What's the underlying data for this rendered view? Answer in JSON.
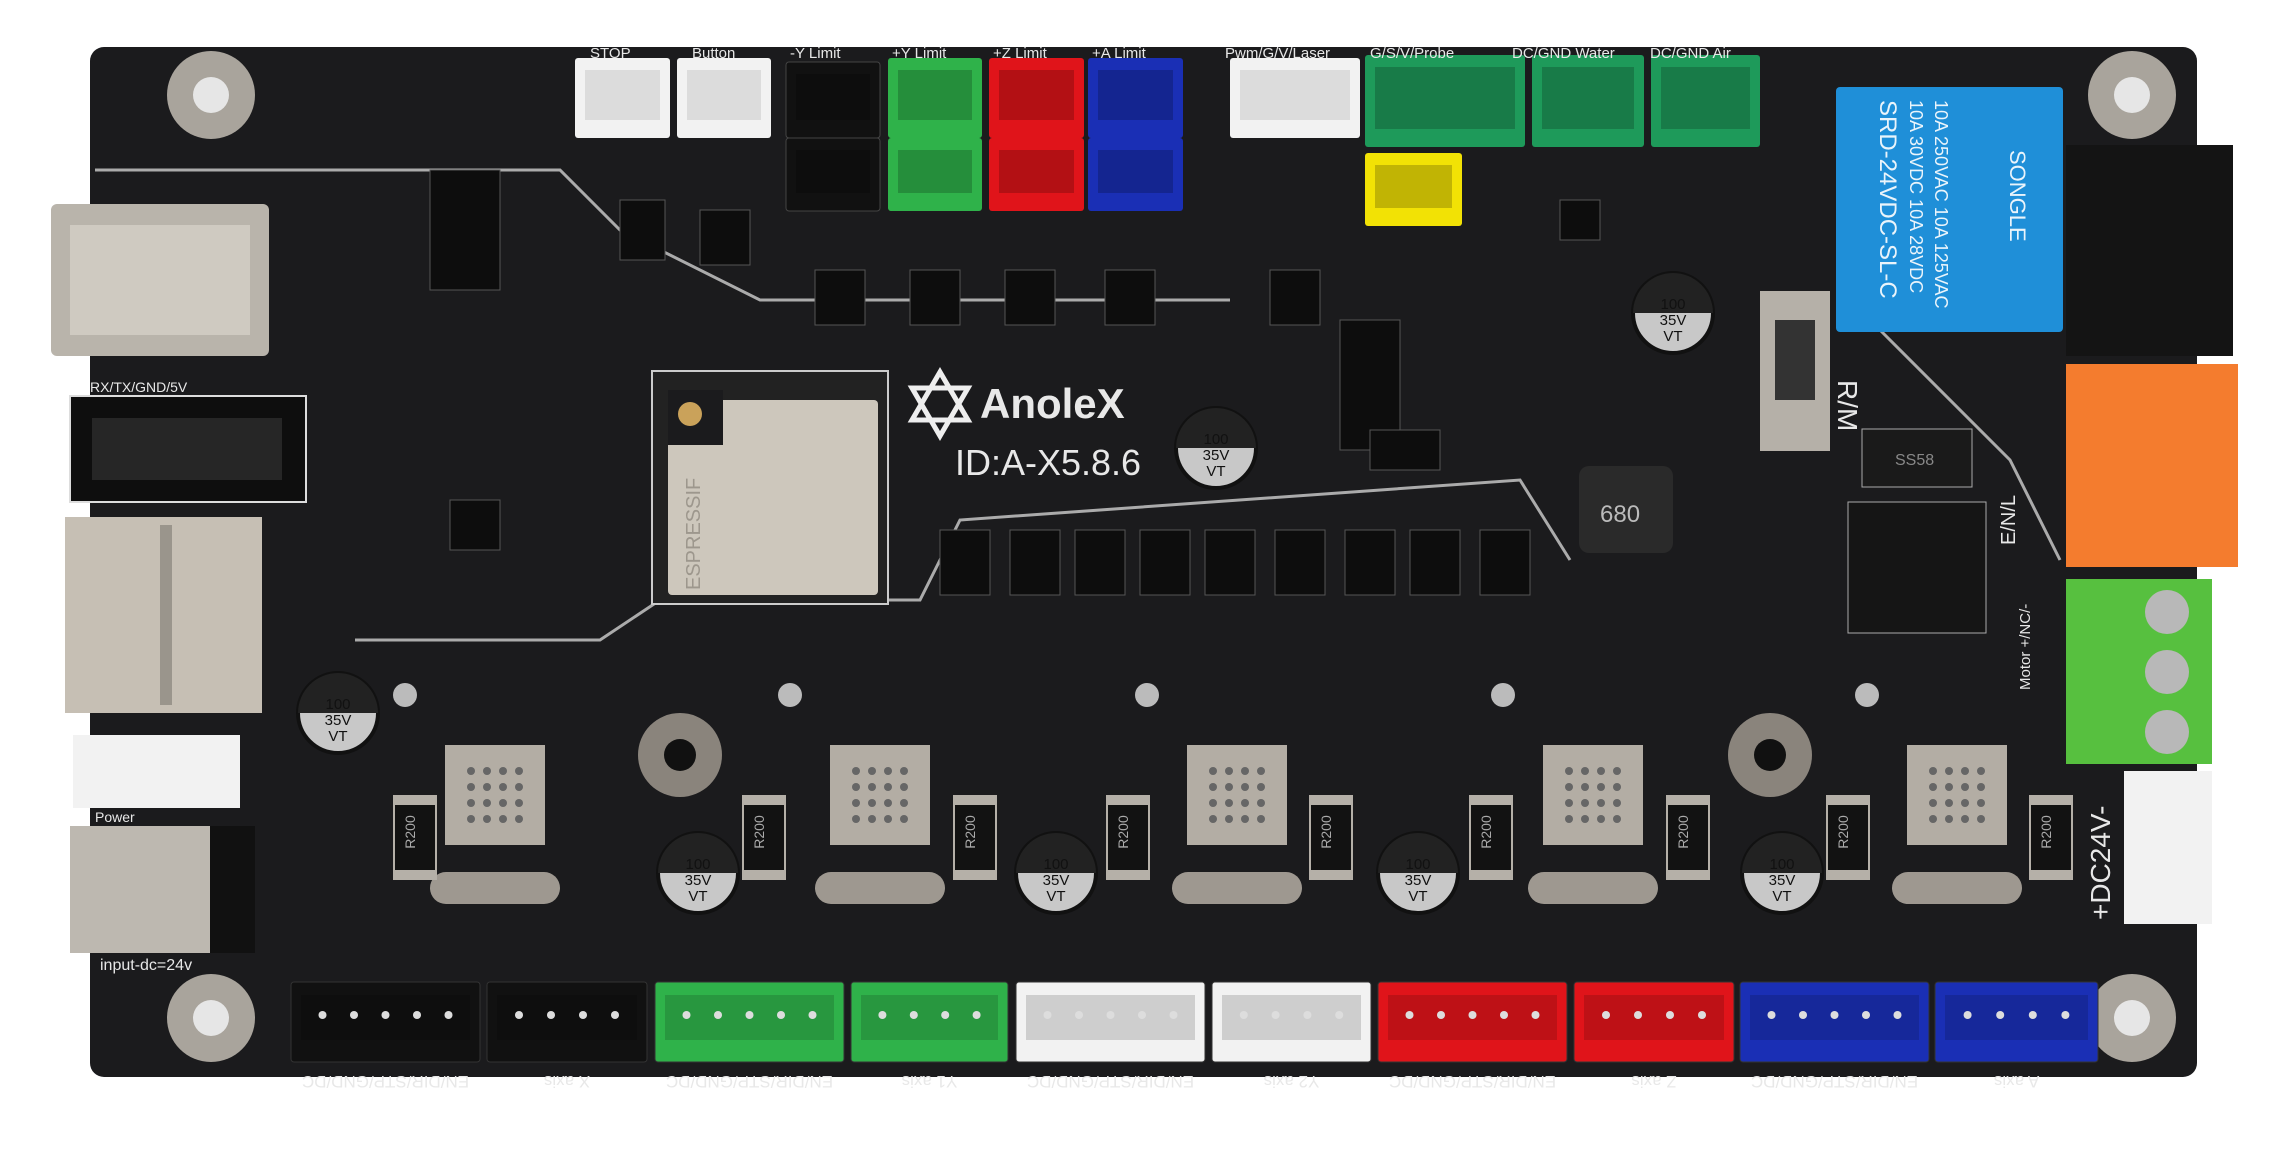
{
  "colors": {
    "board": "#1b1b1d",
    "silk": "#e8e8e8",
    "green_connector": "#2fb24a",
    "red_connector": "#e0141a",
    "blue_connector": "#1a2fb5",
    "white_connector": "#f2f2f2",
    "black_connector": "#111111",
    "terminal_green": "#1e9a5a",
    "relay_blue": "#1f8fd8",
    "orange_terminal": "#f47c2e",
    "screw_terminal_green": "#57c03f",
    "yellow_connector": "#f2e205"
  },
  "brand": {
    "logo": "AnoleX",
    "board_id": "ID:A-X5.8.6"
  },
  "top_labels": [
    "STOP",
    "Button",
    "-Y Limit",
    "+Y Limit",
    "+Z Limit",
    "+A Limit",
    "Pwm/G/V/Laser",
    "G/S/V/Probe",
    "DC/GND Water",
    "DC/GND Air"
  ],
  "left_labels": {
    "uart": "RX/TX/GND/5V",
    "power": "Power",
    "input": "input-dc=24v"
  },
  "right_labels": {
    "relay_out": "E/N/L",
    "motor": "Motor +/NC/-",
    "dc": "+DC24V-",
    "switch": "R/M"
  },
  "relay": {
    "brand": "SONGLE",
    "lines": [
      "10A 250VAC 10A 125VAC",
      "10A 30VDC 10A 28VDC",
      "SRD-24VDC-SL-C"
    ]
  },
  "capacitor": {
    "value": "100",
    "voltage": "35V",
    "series": "VT"
  },
  "resistor_label": "R200",
  "diode_label": "SS58",
  "inductor_label": "680",
  "module_label": "ESPRESSIF",
  "bottom_labels": [
    "EN/DIR/STP/GND/DC",
    "X axis",
    "EN/DIR/STP/GND/DC",
    "Y1 axis",
    "EN/DIR/STP/GND/DC",
    "Y2 axis",
    "EN/DIR/STP/GND/DC",
    "Z axis",
    "EN/DIR/STP/GND/DC",
    "A axis"
  ]
}
